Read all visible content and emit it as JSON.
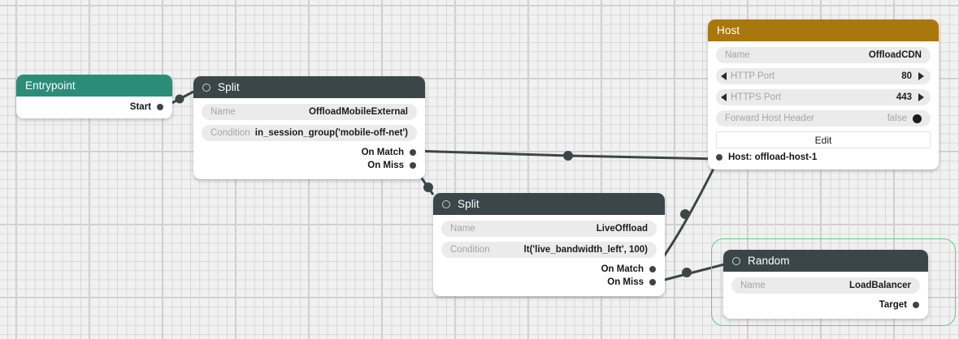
{
  "canvas": {
    "background_color": "#f1f1f1",
    "grid_minor_color": "#d8d8d8",
    "grid_major_color": "#cbcbcb",
    "wire_color": "#3b4649"
  },
  "colors": {
    "header_dark": "#3b4649",
    "header_teal": "#2b8d78",
    "header_gold": "#a9780c",
    "selection_green": "#5ad17f",
    "field_background": "#ebebeb",
    "label_gray": "#a5a5a5"
  },
  "nodes": {
    "entrypoint": {
      "title": "Entrypoint",
      "header_color": "#2b8d78",
      "ports": [
        {
          "label": "Start"
        }
      ]
    },
    "split_mobile": {
      "title": "Split",
      "header_color": "#3b4649",
      "fields": [
        {
          "label": "Name",
          "value": "OffloadMobileExternal"
        },
        {
          "label": "Condition",
          "value": "in_session_group('mobile-off-net')"
        }
      ],
      "ports": [
        {
          "label": "On Match"
        },
        {
          "label": "On Miss"
        }
      ]
    },
    "split_live": {
      "title": "Split",
      "header_color": "#3b4649",
      "fields": [
        {
          "label": "Name",
          "value": "LiveOffload"
        },
        {
          "label": "Condition",
          "value": "lt('live_bandwidth_left', 100)"
        }
      ],
      "ports": [
        {
          "label": "On Match"
        },
        {
          "label": "On Miss"
        }
      ]
    },
    "host": {
      "title": "Host",
      "header_color": "#a9780c",
      "fields": [
        {
          "label": "Name",
          "value": "OffloadCDN"
        }
      ],
      "steppers": [
        {
          "label": "HTTP Port",
          "value": "80"
        },
        {
          "label": "HTTPS Port",
          "value": "443"
        }
      ],
      "toggles": [
        {
          "label": "Forward Host Header",
          "value": "false"
        }
      ],
      "edit_label": "Edit",
      "inputs": [
        {
          "label": "Host: offload-host-1"
        }
      ]
    },
    "random": {
      "title": "Random",
      "header_color": "#3b4649",
      "selected": true,
      "fields": [
        {
          "label": "Name",
          "value": "LoadBalancer"
        }
      ],
      "ports": [
        {
          "label": "Target"
        }
      ]
    }
  },
  "connections": [
    {
      "from": "entrypoint.Start",
      "to": "split_mobile"
    },
    {
      "from": "split_mobile.On Match",
      "to": "host"
    },
    {
      "from": "split_mobile.On Miss",
      "to": "split_live"
    },
    {
      "from": "split_live.On Match",
      "to": "host"
    },
    {
      "from": "split_live.On Miss",
      "to": "random"
    }
  ]
}
